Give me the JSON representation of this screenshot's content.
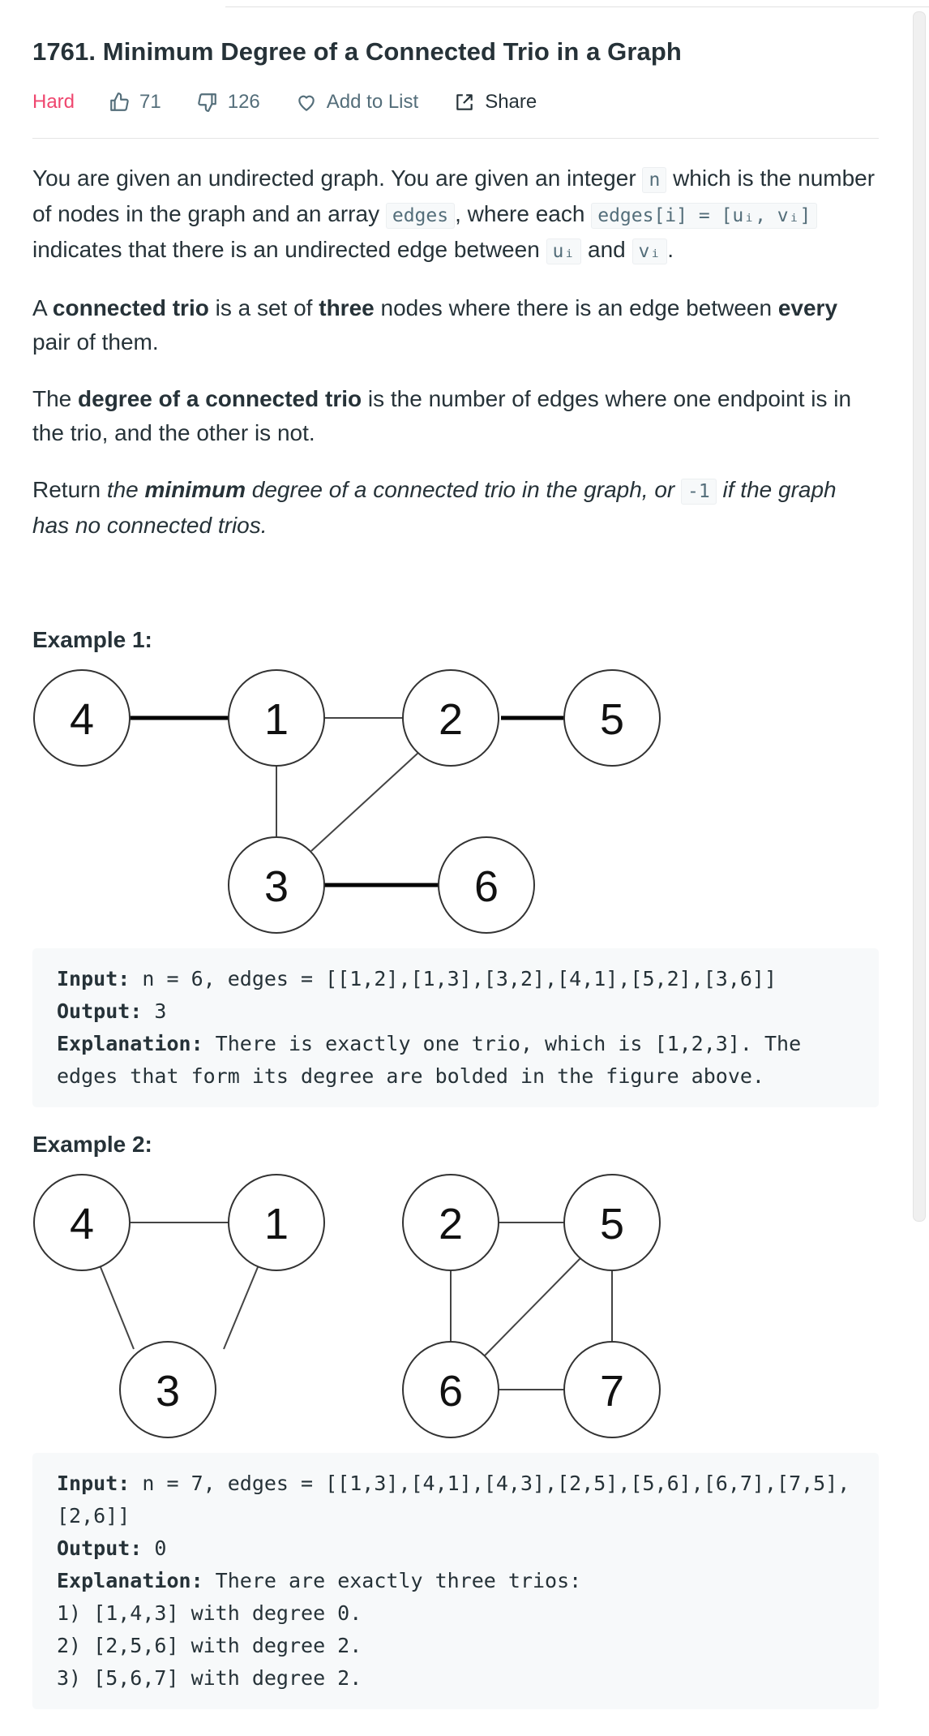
{
  "problem": {
    "title": "1761. Minimum Degree of a Connected Trio in a Graph",
    "difficulty": "Hard",
    "likes": "71",
    "dislikes": "126",
    "add_to_list": "Add to List",
    "share": "Share"
  },
  "description": {
    "p1": {
      "t1": "You are given an undirected graph. You are given an integer ",
      "c1": "n",
      "t2": " which is the number of nodes in the graph and an array ",
      "c2": "edges",
      "t3": ", where each ",
      "c3": "edges[i] = [uᵢ, vᵢ]",
      "t4": " indicates that there is an undirected edge between ",
      "c4": "uᵢ",
      "t5": " and ",
      "c5": "vᵢ",
      "t6": "."
    },
    "p2": {
      "t1": "A ",
      "b1": "connected trio",
      "t2": " is a set of ",
      "b2": "three",
      "t3": " nodes where there is an edge between ",
      "b3": "every",
      "t4": " pair of them."
    },
    "p3": {
      "t1": "The ",
      "b1": "degree of a connected trio",
      "t2": " is the number of edges where one endpoint is in the trio, and the other is not."
    },
    "p4": {
      "t1": "Return ",
      "i1": "the ",
      "ib1": "minimum",
      "i2": " degree of a connected trio in the graph, or ",
      "c1": "-1",
      "i3": " if the graph has no connected trios."
    }
  },
  "examples": [
    {
      "heading": "Example 1:",
      "nodes": [
        "4",
        "1",
        "2",
        "5",
        "3",
        "6"
      ],
      "input_label": "Input:",
      "input": " n = 6, edges = [[1,2],[1,3],[3,2],[4,1],[5,2],[3,6]]",
      "output_label": "Output:",
      "output": " 3",
      "explanation_label": "Explanation:",
      "explanation": " There is exactly one trio, which is [1,2,3]. The edges that form its degree are bolded in the figure above."
    },
    {
      "heading": "Example 2:",
      "nodes": [
        "4",
        "1",
        "3",
        "2",
        "5",
        "6",
        "7"
      ],
      "input_label": "Input:",
      "input": " n = 7, edges = [[1,3],[4,1],[4,3],[2,5],[5,6],[6,7],[7,5],[2,6]]",
      "output_label": "Output:",
      "output": " 0",
      "explanation_label": "Explanation:",
      "explanation": " There are exactly three trios:\n1) [1,4,3] with degree 0.\n2) [2,5,6] with degree 2.\n3) [5,6,7] with degree 2."
    }
  ]
}
